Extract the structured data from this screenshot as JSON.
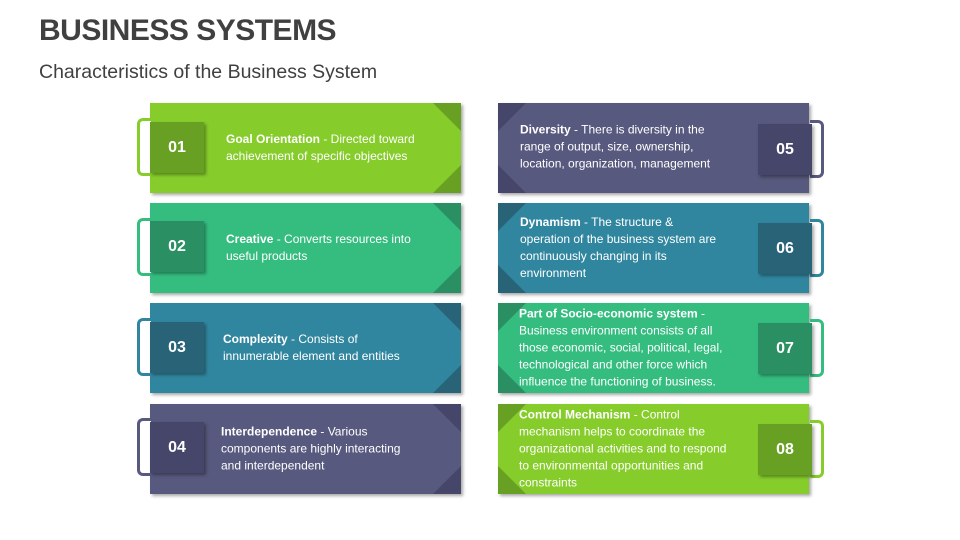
{
  "header": {
    "title": "BUSINESS SYSTEMS",
    "subtitle": "Characteristics of the Business System"
  },
  "colors": {
    "green": "#86cd2b",
    "green_dark": "#67a023",
    "teal": "#35bd80",
    "teal_dark": "#2a8f62",
    "blue": "#31869f",
    "blue_dark": "#286378",
    "purple": "#58597e",
    "purple_dark": "#45466a"
  },
  "items": [
    {
      "number": "01",
      "term": "Goal Orientation",
      "desc": " - Directed toward achievement of specific objectives"
    },
    {
      "number": "02",
      "term": "Creative",
      "desc": " - Converts resources into useful products"
    },
    {
      "number": "03",
      "term": "Complexity",
      "desc": " - Consists of innumerable element and entities"
    },
    {
      "number": "04",
      "term": "Interdependence",
      "desc": " - Various components are highly interacting and interdependent"
    },
    {
      "number": "05",
      "term": "Diversity",
      "desc": " - There is diversity in the range of output, size, ownership, location, organization, management"
    },
    {
      "number": "06",
      "term": "Dynamism",
      "desc": " -  The structure & operation of the business system are continuously changing in its environment"
    },
    {
      "number": "07",
      "term": "Part of Socio-economic system",
      "desc": " - Business environment consists of all those economic, social, political, legal, technological and other force which influence the functioning of business."
    },
    {
      "number": "08",
      "term": "Control Mechanism",
      "desc": " - Control mechanism helps to coordinate the organizational activities and to respond to environmental opportunities and constraints"
    }
  ]
}
